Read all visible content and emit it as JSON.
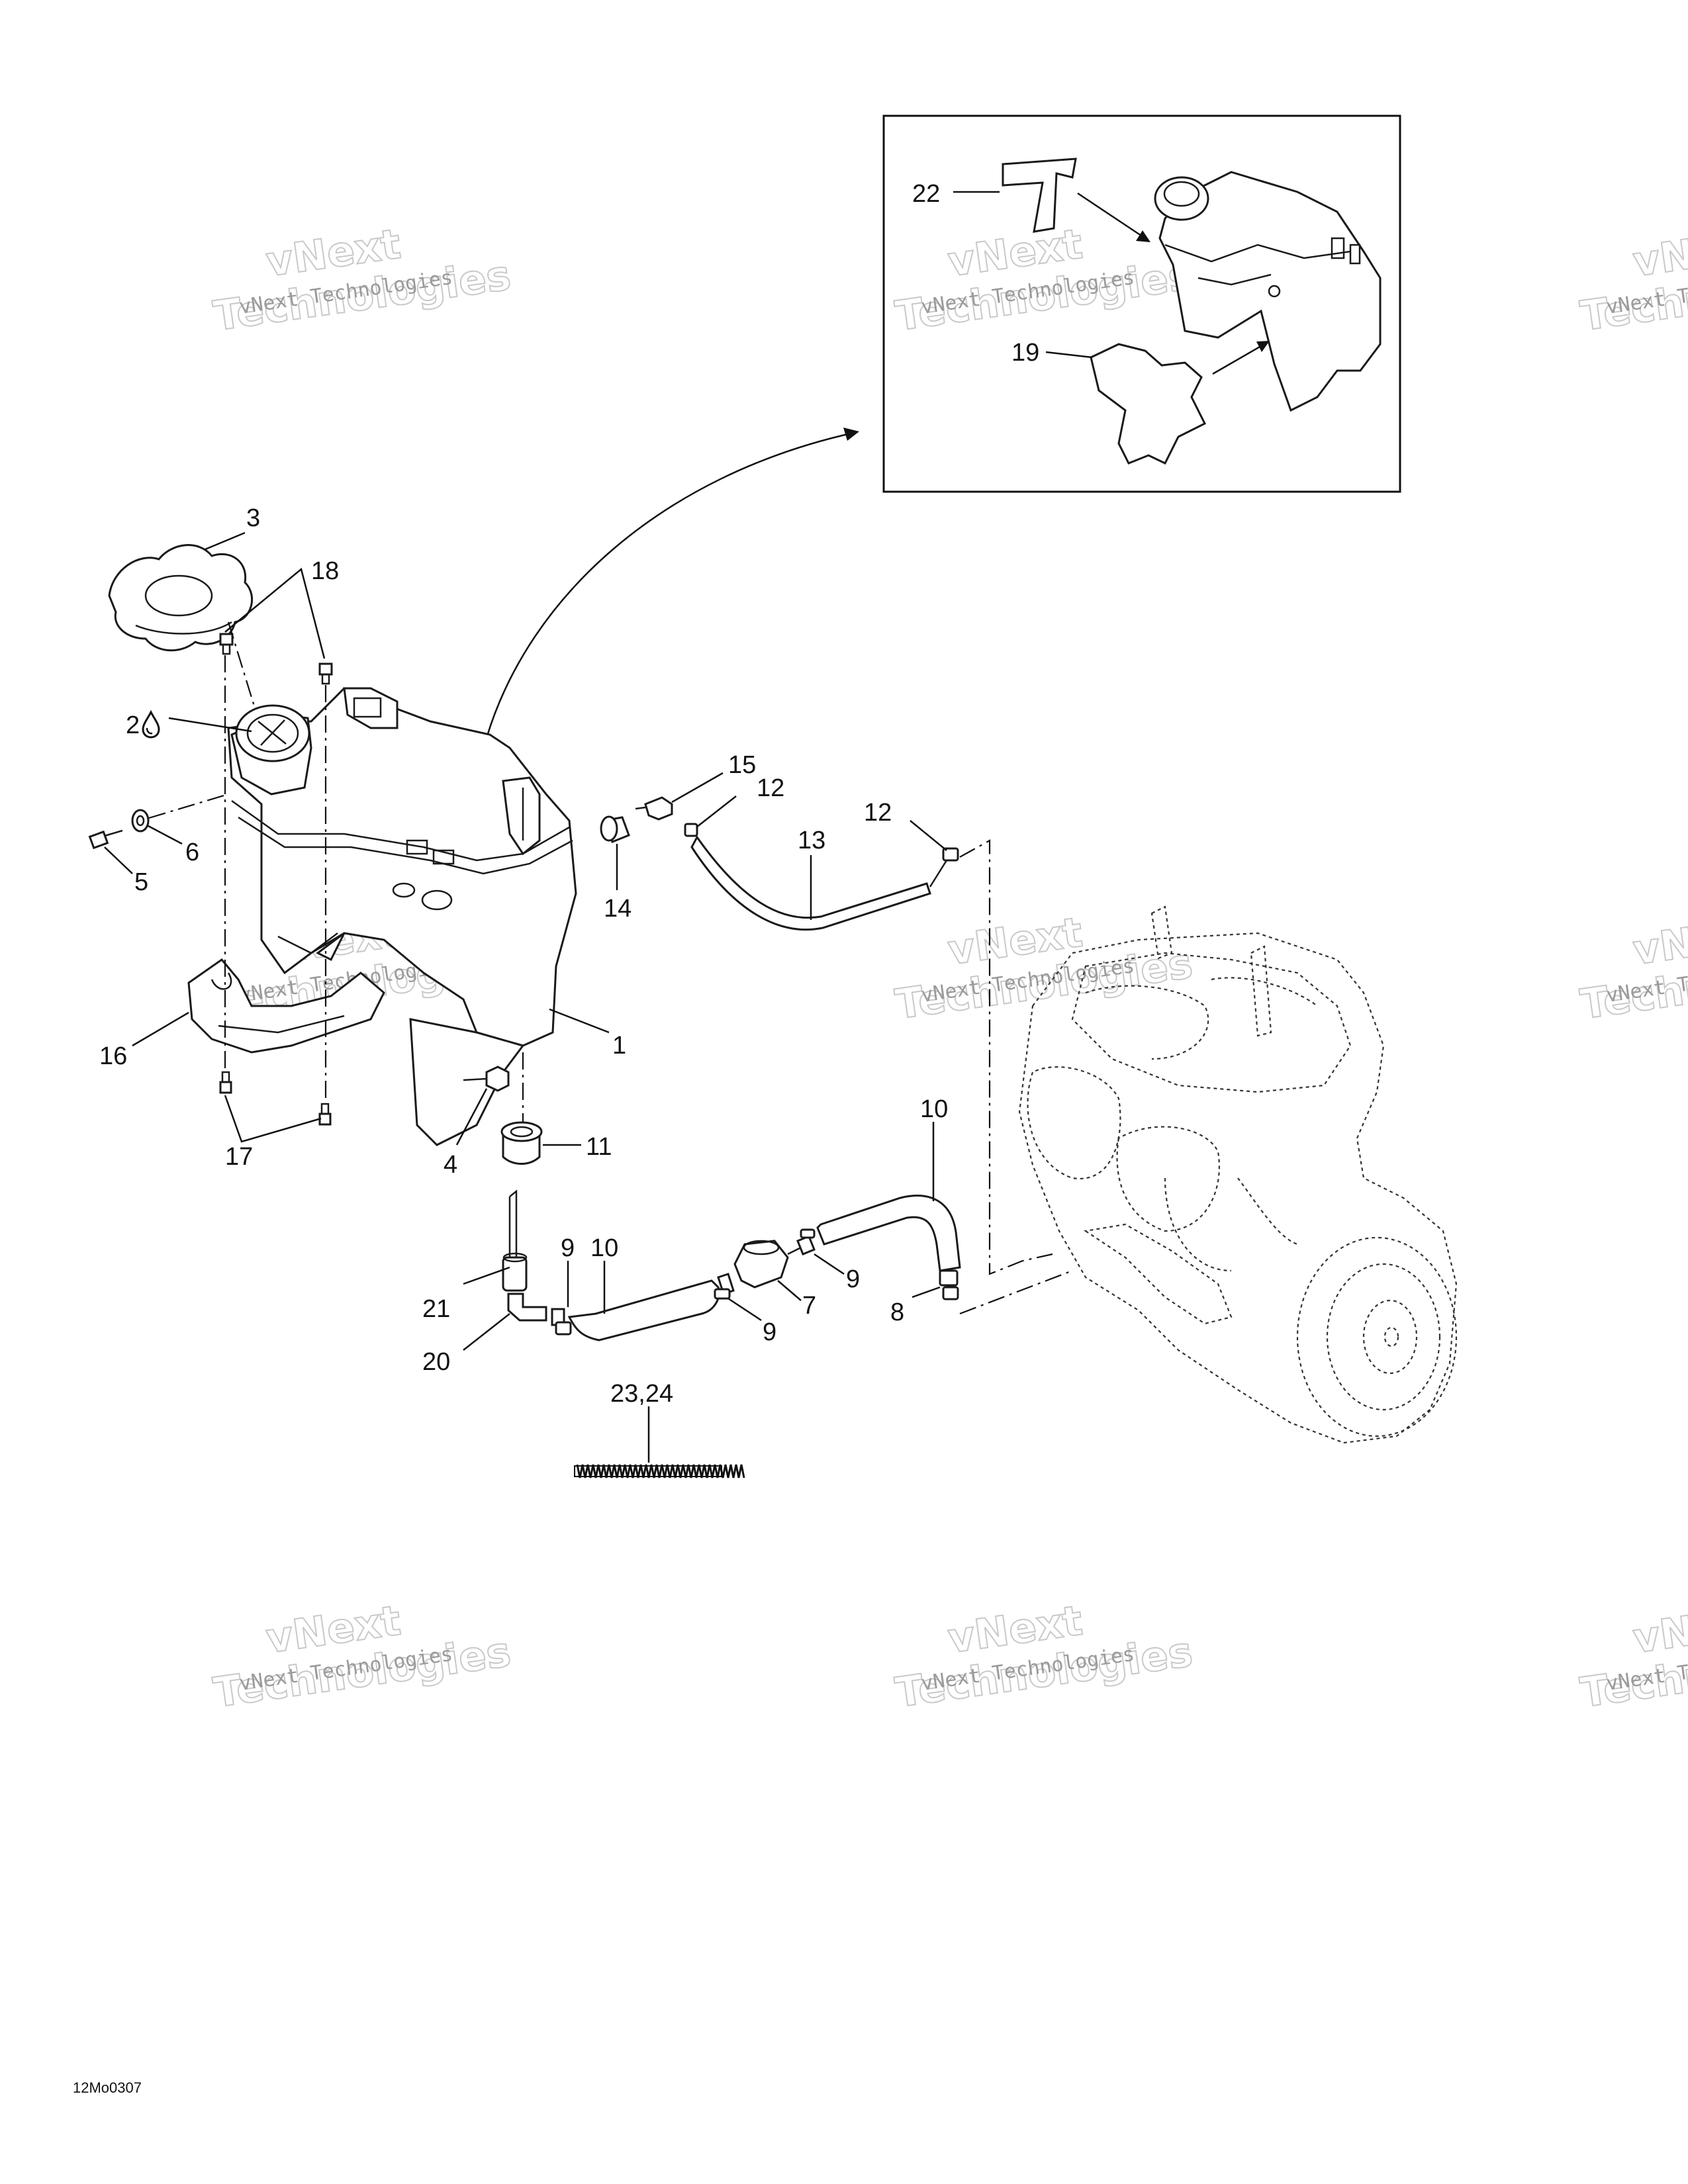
{
  "drawing": {
    "code": "12Mo0307"
  },
  "watermark": {
    "line1": "vNext",
    "line2": "Technologies",
    "caption": "vNext Technologies"
  },
  "callouts": {
    "c1": "1",
    "c2": "2",
    "c3": "3",
    "c4": "4",
    "c5": "5",
    "c6": "6",
    "c7": "7",
    "c8": "8",
    "c9a": "9",
    "c9b": "9",
    "c9c": "9",
    "c10a": "10",
    "c10b": "10",
    "c11": "11",
    "c12a": "12",
    "c12b": "12",
    "c13": "13",
    "c14": "14",
    "c15": "15",
    "c16": "16",
    "c17": "17",
    "c18": "18",
    "c19": "19",
    "c20": "20",
    "c21": "21",
    "c22": "22",
    "c23_24": "23,24"
  },
  "icons": {
    "oil_drop": "oil-drop-icon"
  }
}
